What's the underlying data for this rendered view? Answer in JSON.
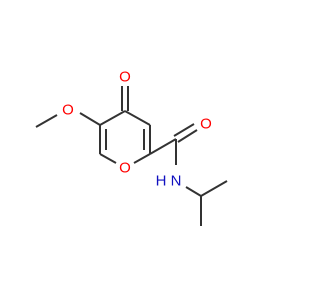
{
  "colors": {
    "bond": "#333333",
    "oxygen": "#ff0000",
    "nitrogen": "#1010c0",
    "background": "#ffffff"
  },
  "atoms": {
    "ketone_o": "O",
    "methoxy_o": "O",
    "ring_o": "O",
    "amide_o": "O",
    "amide_n": "N",
    "amide_h": "H"
  }
}
